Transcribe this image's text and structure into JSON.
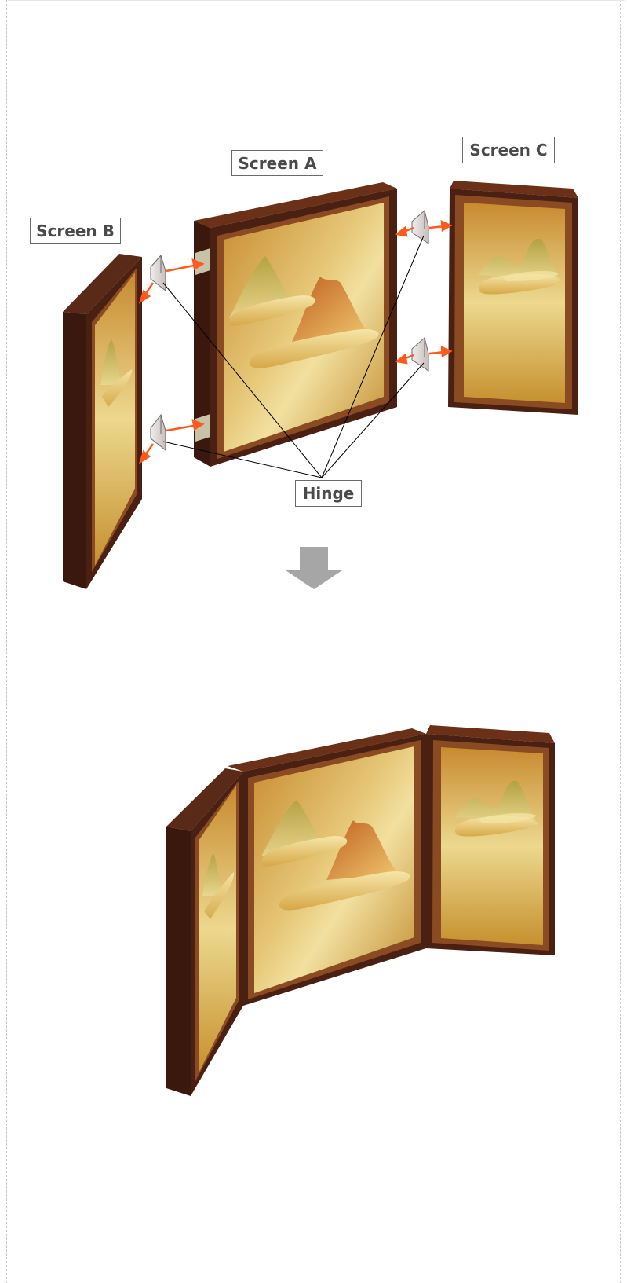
{
  "labels": {
    "screen_a": "Screen A",
    "screen_b": "Screen B",
    "screen_c": "Screen C",
    "hinge": "Hinge"
  },
  "colors": {
    "frame_dark": "#3f1a10",
    "frame_mid": "#5a2a18",
    "frame_trim": "#8a4a22",
    "panel_gold_light": "#f0dc9a",
    "panel_gold_dark": "#c08a2c",
    "hinge_arrow": "#ff5a1e",
    "hinge_plate": "#d9d2d0",
    "leader_line": "#000000",
    "flow_arrow": "#a6a6a6",
    "label_border": "#6a6a6a",
    "label_text": "#4a4a4a"
  },
  "icons": {
    "process_arrow": "down-arrow-icon"
  }
}
